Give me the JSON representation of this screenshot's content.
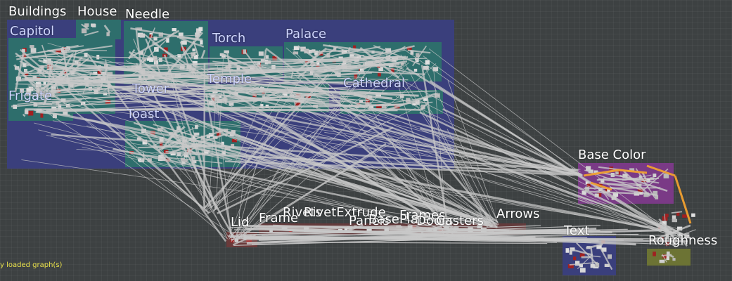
{
  "graph": {
    "frame_labels": [
      "Buildings",
      "House",
      "Needle",
      "Capitol",
      "Torch",
      "Palace",
      "Frigate",
      "Tower",
      "Temple",
      "Cathedral",
      "Toast",
      "Base Color",
      "Lid",
      "Frame",
      "Rivets",
      "RivetExtrude",
      "Panels",
      "BasePlate",
      "Frames",
      "Doors",
      "Casters",
      "Arrows",
      "Text",
      "Roughness"
    ],
    "status_text": "y loaded graph(s)",
    "colors": {
      "canvas_bg": "#3d4142",
      "frame_blue": "#3a3f7c",
      "frame_teal": "#2e6e6c",
      "frame_purple": "#7a3a86",
      "frame_olive": "#6c7334",
      "frame_red": "#6a3a3a",
      "link": "#c8c8c8",
      "link_highlight": "#f0a030",
      "status_text": "#e8e04a"
    }
  }
}
